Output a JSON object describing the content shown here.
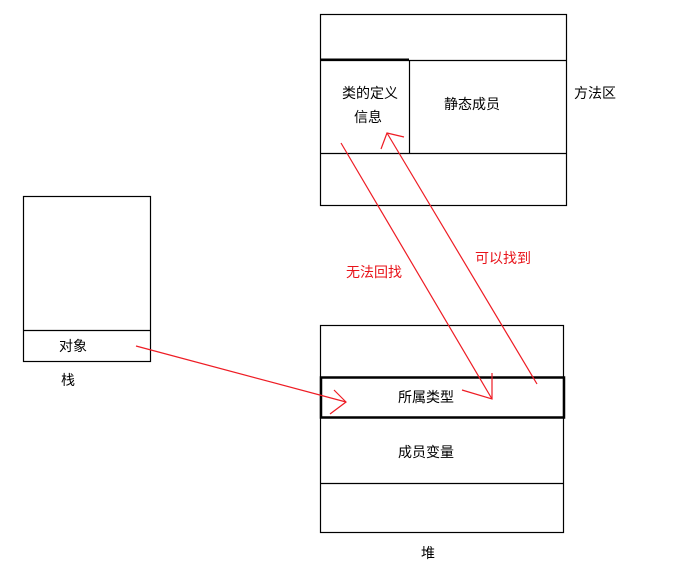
{
  "method_area": {
    "label": "方法区",
    "class_info_line1": "类的定义",
    "class_info_line2": "信息",
    "static_members": "静态成员"
  },
  "stack": {
    "label": "栈",
    "object": "对象"
  },
  "heap": {
    "label": "堆",
    "owning_type": "所属类型",
    "member_vars": "成员变量"
  },
  "arrows": {
    "cannot_find_back": "无法回找",
    "can_find": "可以找到"
  },
  "colors": {
    "arrow": "#ee1c24",
    "outline": "#000000"
  }
}
